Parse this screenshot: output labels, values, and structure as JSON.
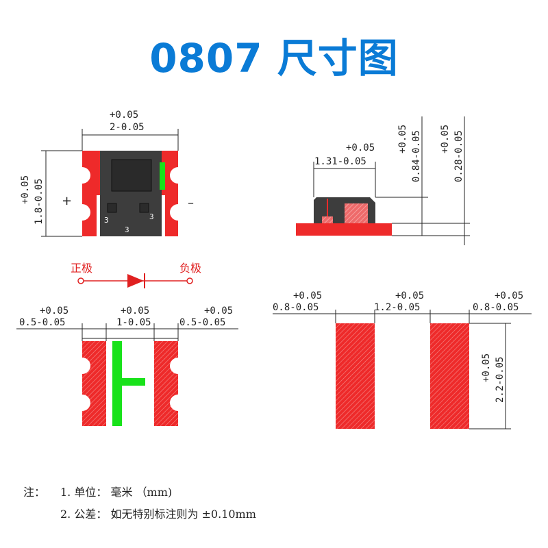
{
  "title": "0807 尺寸图",
  "colors": {
    "title": "#0a7bd6",
    "pad": "#ee2a2a",
    "pad_light": "#f08a8a",
    "body": "#3a3a3a",
    "marker": "#18e21a",
    "polarity": "#e02020",
    "line": "#222222"
  },
  "top_view": {
    "width_tol": "+0.05",
    "width": "2-0.05",
    "height_tol": "+0.05",
    "height": "1.8-0.05",
    "plus": "+",
    "minus": "–",
    "tab_labels": [
      "3",
      "3",
      "3"
    ]
  },
  "side_view": {
    "length_tol": "+0.05",
    "length": "1.31-0.05",
    "h1_tol": "+0.05",
    "h1": "0.84-0.05",
    "h2_tol": "+0.05",
    "h2": "0.28-0.05"
  },
  "polarity": {
    "anode": "正极",
    "cathode": "负极"
  },
  "bottom_view": {
    "pad1_tol": "+0.05",
    "pad1": "0.5-0.05",
    "gap_tol": "+0.05",
    "gap": "1-0.05",
    "pad2_tol": "+0.05",
    "pad2": "0.5-0.05"
  },
  "footprint": {
    "pad1_tol": "+0.05",
    "pad1": "0.8-0.05",
    "gap_tol": "+0.05",
    "gap": "1.2-0.05",
    "pad2_tol": "+0.05",
    "pad2": "0.8-0.05",
    "height_tol": "+0.05",
    "height": "2.2-0.05"
  },
  "notes": {
    "prefix": "注：",
    "line1": "1. 单位： 毫米 （mm)",
    "line2": "2. 公差： 如无特别标注则为 ±0.10mm"
  }
}
